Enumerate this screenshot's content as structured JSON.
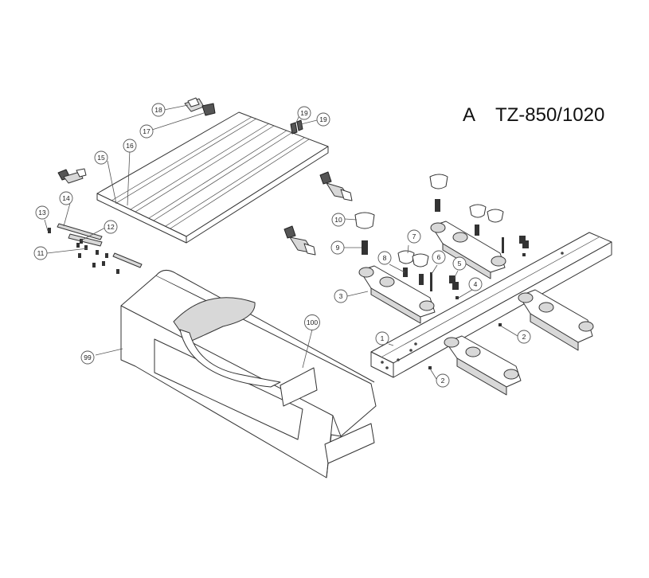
{
  "title": {
    "letter": "A",
    "model": "TZ-850/1020"
  },
  "callouts": [
    {
      "id": "c18",
      "label": "18"
    },
    {
      "id": "c17",
      "label": "17"
    },
    {
      "id": "c19a",
      "label": "19"
    },
    {
      "id": "c19b",
      "label": "19"
    },
    {
      "id": "c15",
      "label": "15"
    },
    {
      "id": "c16",
      "label": "16"
    },
    {
      "id": "c14",
      "label": "14"
    },
    {
      "id": "c13",
      "label": "13"
    },
    {
      "id": "c12",
      "label": "12"
    },
    {
      "id": "c11",
      "label": "11"
    },
    {
      "id": "c10",
      "label": "10"
    },
    {
      "id": "c9",
      "label": "9"
    },
    {
      "id": "c7",
      "label": "7"
    },
    {
      "id": "c8",
      "label": "8"
    },
    {
      "id": "c6",
      "label": "6"
    },
    {
      "id": "c5",
      "label": "5"
    },
    {
      "id": "c4",
      "label": "4"
    },
    {
      "id": "c3",
      "label": "3"
    },
    {
      "id": "c100",
      "label": "100"
    },
    {
      "id": "c1",
      "label": "1"
    },
    {
      "id": "c2a",
      "label": "2"
    },
    {
      "id": "c2b",
      "label": "2"
    },
    {
      "id": "c99",
      "label": "99"
    }
  ]
}
